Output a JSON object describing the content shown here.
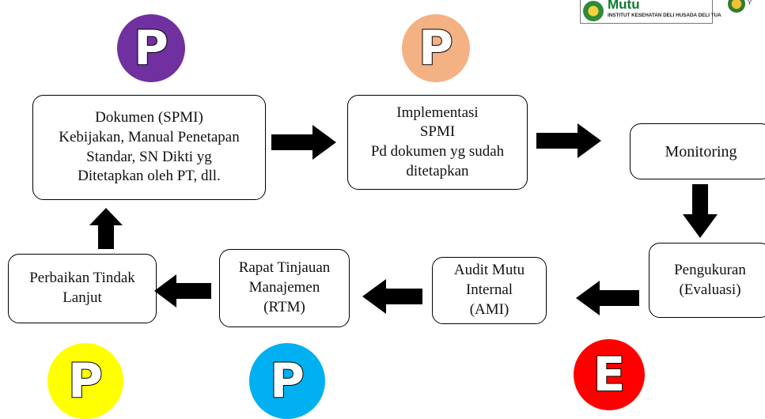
{
  "logo": {
    "word": "Mutu",
    "subtitle": "INSTITUT KESEHATAN DELI HUSADA DELI TUA",
    "secondary_fragment": "Y"
  },
  "colors": {
    "purple": "#7030a0",
    "orange": "#f4b183",
    "yellow": "#ffff00",
    "blue": "#00b0f0",
    "red": "#ff0000"
  },
  "circles": [
    {
      "letter": "P",
      "color": "#7030a0"
    },
    {
      "letter": "P",
      "color": "#f4b183"
    },
    {
      "letter": "P",
      "color": "#ffff00"
    },
    {
      "letter": "P",
      "color": "#00b0f0"
    },
    {
      "letter": "E",
      "color": "#ff0000"
    }
  ],
  "boxes": {
    "dokumen": "Dokumen (SPMI)\nKebijakan, Manual Penetapan\nStandar, SN Dikti yg\nDitetapkan oleh PT, dll.",
    "implementasi": "Implementasi\nSPMI\nPd dokumen yg sudah\nditetapkan",
    "monitoring": "Monitoring",
    "pengukuran": "Pengukuran\n(Evaluasi)",
    "audit": "Audit Mutu\nInternal\n(AMI)",
    "rtm": "Rapat Tinjauan\nManajemen\n(RTM)",
    "perbaikan": "Perbaikan Tindak\nLanjut"
  }
}
